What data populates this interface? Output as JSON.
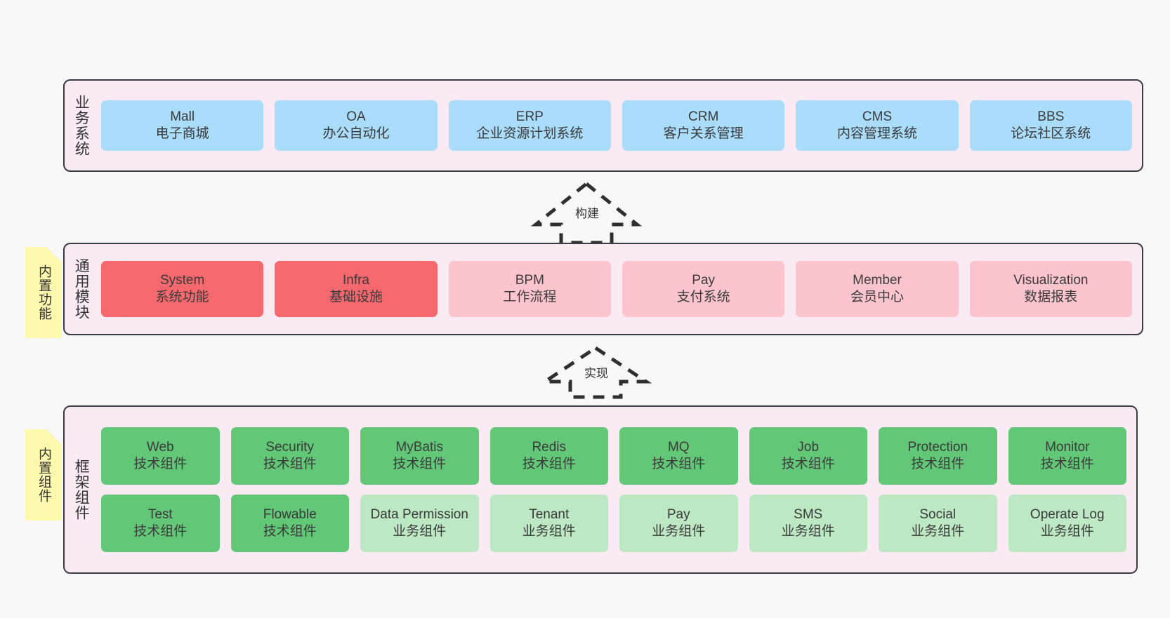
{
  "diagram": {
    "background": "#f8f8f8",
    "border_color": "#3b3b47",
    "layer_bg": "#f9eaf4",
    "sticky_bg": "#fcf8ae",
    "colors": {
      "blue": "#aadcfb",
      "red": "#f4686e",
      "pink": "#fcc5cd",
      "green": "#62c878",
      "green_light": "#bde8c4"
    }
  },
  "layers": {
    "business": {
      "title": "业务系统",
      "items": [
        {
          "en": "Mall",
          "cn": "电子商城",
          "color": "blue"
        },
        {
          "en": "OA",
          "cn": "办公自动化",
          "color": "blue"
        },
        {
          "en": "ERP",
          "cn": "企业资源计划系统",
          "color": "blue"
        },
        {
          "en": "CRM",
          "cn": "客户关系管理",
          "color": "blue"
        },
        {
          "en": "CMS",
          "cn": "内容管理系统",
          "color": "blue"
        },
        {
          "en": "BBS",
          "cn": "论坛社区系统",
          "color": "blue"
        }
      ]
    },
    "common": {
      "title": "通用模块",
      "sticky": "内置功能",
      "items": [
        {
          "en": "System",
          "cn": "系统功能",
          "color": "red"
        },
        {
          "en": "Infra",
          "cn": "基础设施",
          "color": "red"
        },
        {
          "en": "BPM",
          "cn": "工作流程",
          "color": "pink"
        },
        {
          "en": "Pay",
          "cn": "支付系统",
          "color": "pink"
        },
        {
          "en": "Member",
          "cn": "会员中心",
          "color": "pink"
        },
        {
          "en": "Visualization",
          "cn": "数据报表",
          "color": "pink"
        }
      ]
    },
    "framework": {
      "title": "框架组件",
      "sticky": "内置组件",
      "row1": [
        {
          "en": "Web",
          "cn": "技术组件",
          "color": "green"
        },
        {
          "en": "Security",
          "cn": "技术组件",
          "color": "green"
        },
        {
          "en": "MyBatis",
          "cn": "技术组件",
          "color": "green"
        },
        {
          "en": "Redis",
          "cn": "技术组件",
          "color": "green"
        },
        {
          "en": "MQ",
          "cn": "技术组件",
          "color": "green"
        },
        {
          "en": "Job",
          "cn": "技术组件",
          "color": "green"
        },
        {
          "en": "Protection",
          "cn": "技术组件",
          "color": "green"
        },
        {
          "en": "Monitor",
          "cn": "技术组件",
          "color": "green"
        }
      ],
      "row2": [
        {
          "en": "Test",
          "cn": "技术组件",
          "color": "green"
        },
        {
          "en": "Flowable",
          "cn": "技术组件",
          "color": "green"
        },
        {
          "en": "Data Permission",
          "cn": "业务组件",
          "color": "green_light"
        },
        {
          "en": "Tenant",
          "cn": "业务组件",
          "color": "green_light"
        },
        {
          "en": "Pay",
          "cn": "业务组件",
          "color": "green_light"
        },
        {
          "en": "SMS",
          "cn": "业务组件",
          "color": "green_light"
        },
        {
          "en": "Social",
          "cn": "业务组件",
          "color": "green_light"
        },
        {
          "en": "Operate Log",
          "cn": "业务组件",
          "color": "green_light"
        }
      ]
    }
  },
  "arrows": {
    "build": {
      "label": "构建"
    },
    "implement": {
      "label": "实现"
    }
  }
}
